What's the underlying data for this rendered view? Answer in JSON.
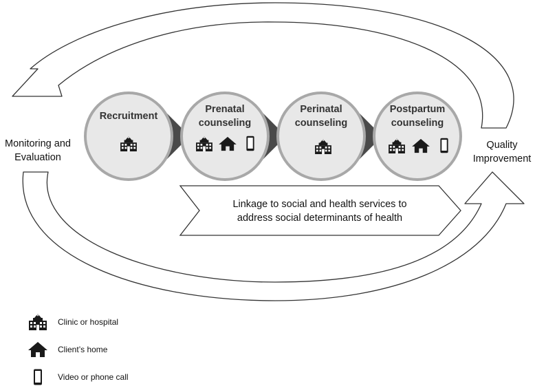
{
  "side_labels": {
    "left": [
      "Monitoring and",
      "Evaluation"
    ],
    "right": [
      "Quality",
      "Improvement"
    ]
  },
  "stages": [
    {
      "label": [
        "Recruitment"
      ],
      "settings": [
        "clinic-icon"
      ]
    },
    {
      "label": [
        "Prenatal",
        "counseling"
      ],
      "settings": [
        "clinic-icon",
        "home-icon",
        "phone-icon"
      ]
    },
    {
      "label": [
        "Perinatal",
        "counseling"
      ],
      "settings": [
        "clinic-icon"
      ]
    },
    {
      "label": [
        "Postpartum",
        "counseling"
      ],
      "settings": [
        "clinic-icon",
        "home-icon",
        "phone-icon"
      ]
    }
  ],
  "linkage": [
    "Linkage to social and health services to",
    "address social determinants of health"
  ],
  "legend": [
    {
      "icon": "clinic-icon",
      "label": "Clinic or hospital"
    },
    {
      "icon": "home-icon",
      "label": "Client’s home"
    },
    {
      "icon": "phone-icon",
      "label": "Video or phone call"
    }
  ],
  "colors": {
    "circle_fill": "#e8e8e8",
    "ring": "#a8a8a8",
    "chevron": "#4a4a4a",
    "outline": "#333333"
  }
}
